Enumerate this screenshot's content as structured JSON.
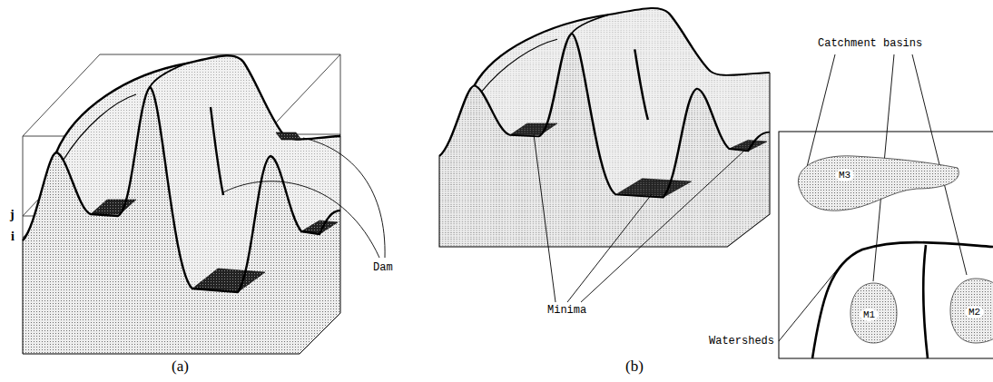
{
  "diagram": {
    "nodes": [
      {
        "text": [
          "M3"
        ]
      },
      {
        "text": [
          "M1"
        ]
      },
      {
        "text": [
          "M2"
        ]
      }
    ],
    "labels": [
      "j",
      "i",
      "Dam",
      "(a)",
      "Minima",
      "Catchment basins",
      "Watersheds",
      "(b)"
    ]
  }
}
